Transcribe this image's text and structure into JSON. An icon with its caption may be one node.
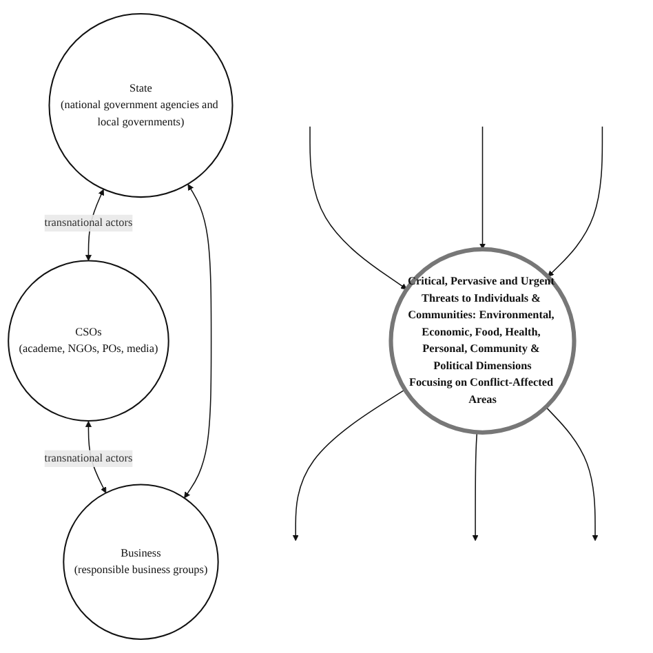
{
  "diagram": {
    "nodes": [
      {
        "text": [
          "CSOs",
          "(academe, NGOs, POs, media)"
        ]
      },
      {
        "text": [
          "Critical, Pervasive and Urgent Threats to Individuals & Communities: Environmental, Economic, Food, Health, Personal, Community & Political Dimensions",
          "Focusing on Conflict-Affected Areas"
        ]
      },
      {
        "text": [
          "State",
          "(national government agencies and local governments)"
        ]
      },
      {
        "text": [
          "Business",
          "(responsible business groups)"
        ]
      }
    ],
    "edges": [
      {
        "from": 2,
        "to": 0,
        "arrow": "both",
        "label": "transnational actors"
      },
      {
        "from": 0,
        "to": 3,
        "arrow": "both",
        "label": "transnational actors"
      },
      {
        "from": 2,
        "to": 3,
        "arrow": "both"
      },
      {
        "from": 1,
        "to": null,
        "arrow": "to"
      },
      {
        "from": null,
        "to": 1,
        "arrow": "to"
      },
      {
        "from": null,
        "to": 1,
        "arrow": "to"
      },
      {
        "from": 1,
        "to": null,
        "arrow": "to"
      },
      {
        "from": 1,
        "to": null,
        "arrow": "to"
      },
      {
        "from": null,
        "to": 1,
        "arrow": "to"
      }
    ]
  }
}
